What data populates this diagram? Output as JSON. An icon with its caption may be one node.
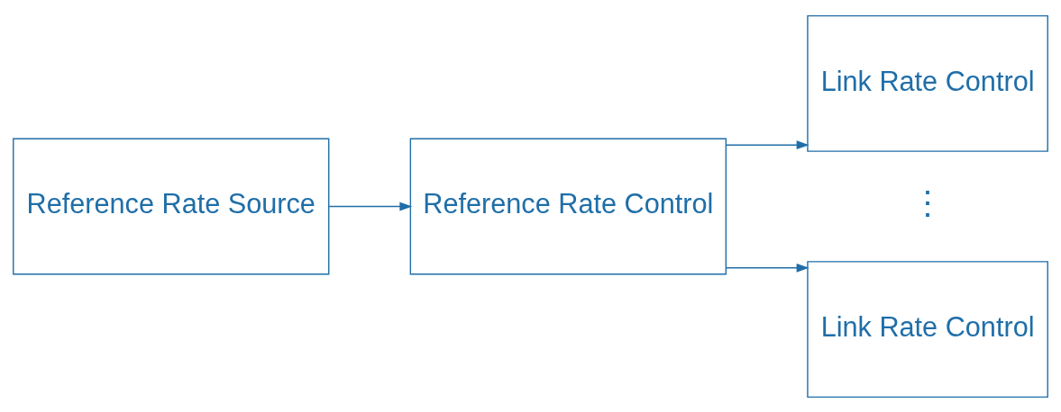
{
  "diagram": {
    "nodes": [
      {
        "text": [
          "Reference Rate Source"
        ]
      },
      {
        "text": [
          "Reference Rate Control"
        ]
      },
      {
        "text": [
          "Link Rate Control"
        ]
      },
      {
        "text": [
          "Link Rate Control"
        ]
      }
    ],
    "edges": [
      {
        "from": 0,
        "to": 1,
        "arrow": "to"
      },
      {
        "from": 1,
        "to": 2,
        "arrow": "to"
      },
      {
        "from": 1,
        "to": 3,
        "arrow": "to"
      }
    ],
    "labels": [
      "⋮"
    ]
  }
}
